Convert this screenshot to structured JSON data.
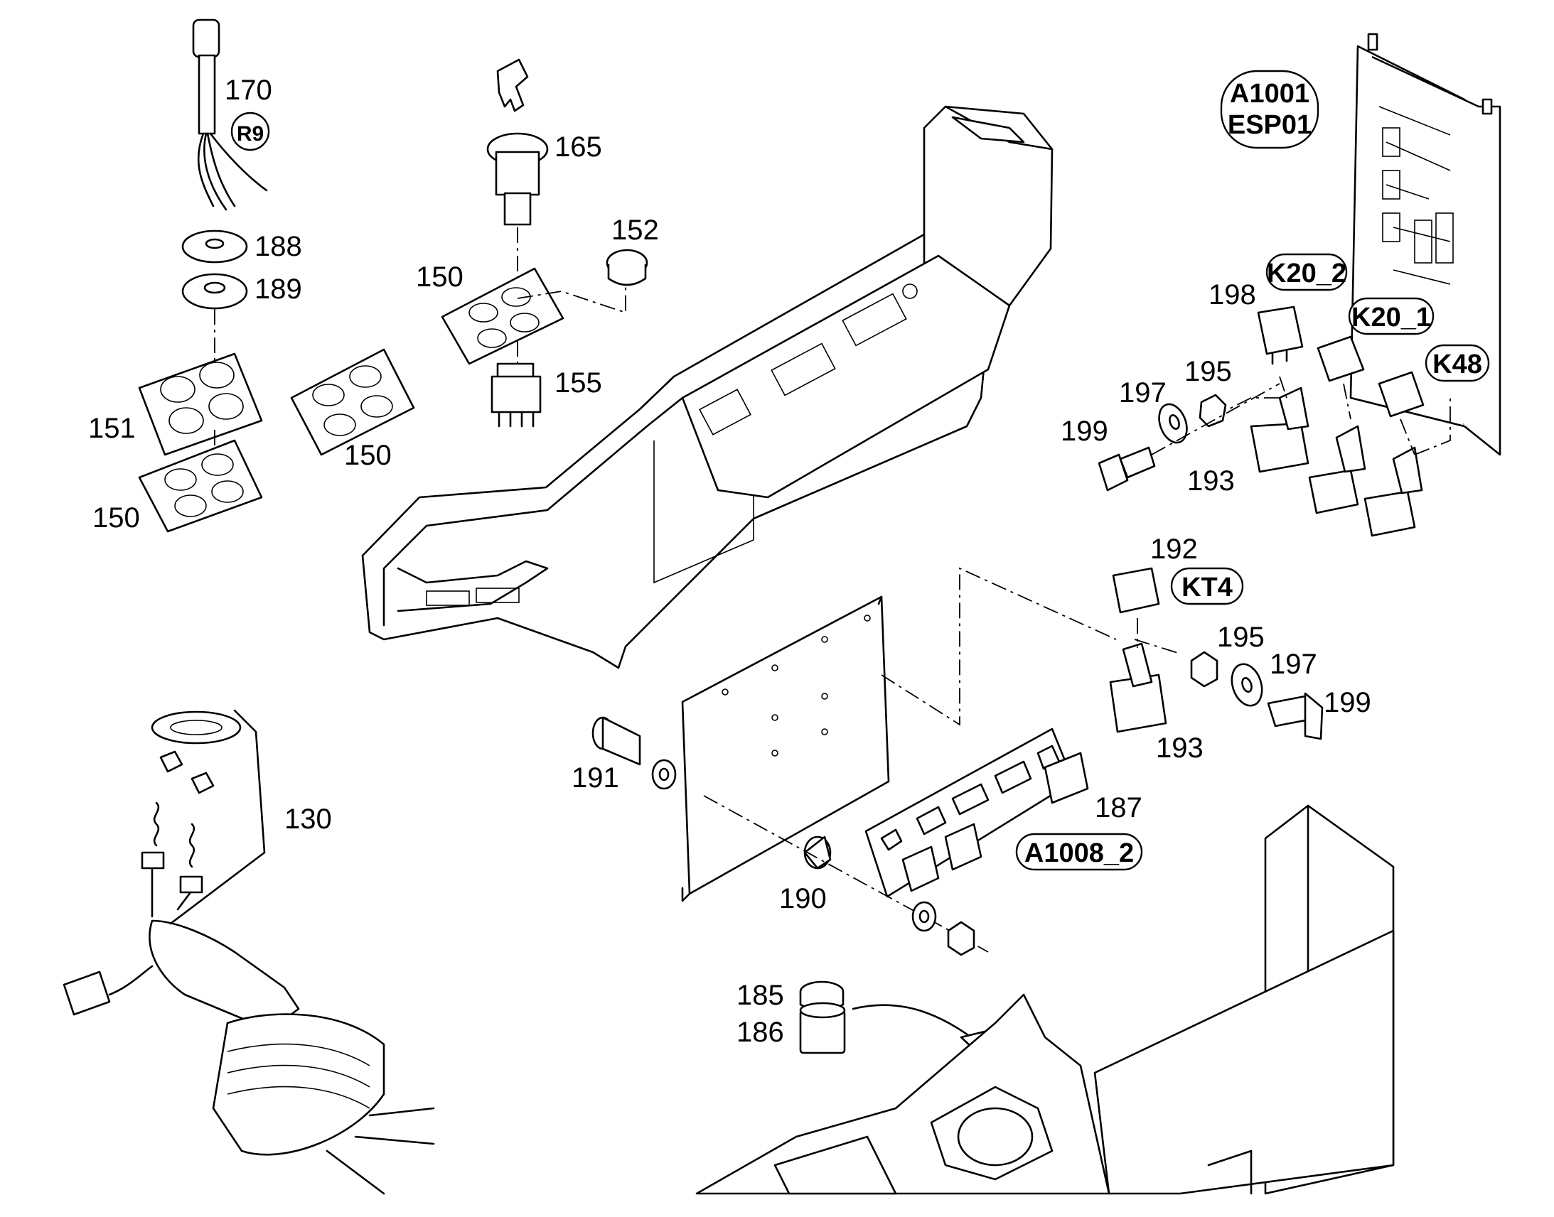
{
  "labels": {
    "p170": "170",
    "p165": "165",
    "p152": "152",
    "p150a": "150",
    "p150b": "150",
    "p150c": "150",
    "p188": "188",
    "p189": "189",
    "p151": "151",
    "p155": "155",
    "p198": "198",
    "p197a": "197",
    "p195a": "195",
    "p199a": "199",
    "p193a": "193",
    "p192": "192",
    "p195b": "195",
    "p197b": "197",
    "p199b": "199",
    "p193b": "193",
    "p191": "191",
    "p190": "190",
    "p187": "187",
    "p130": "130",
    "p185": "185",
    "p186": "186"
  },
  "tags": {
    "r9": "R9",
    "a1001": "A1001",
    "esp01": "ESP01",
    "k20_2": "K20_2",
    "k20_1": "K20_1",
    "k48": "K48",
    "kt4": "KT4",
    "a1008_2": "A1008_2"
  }
}
